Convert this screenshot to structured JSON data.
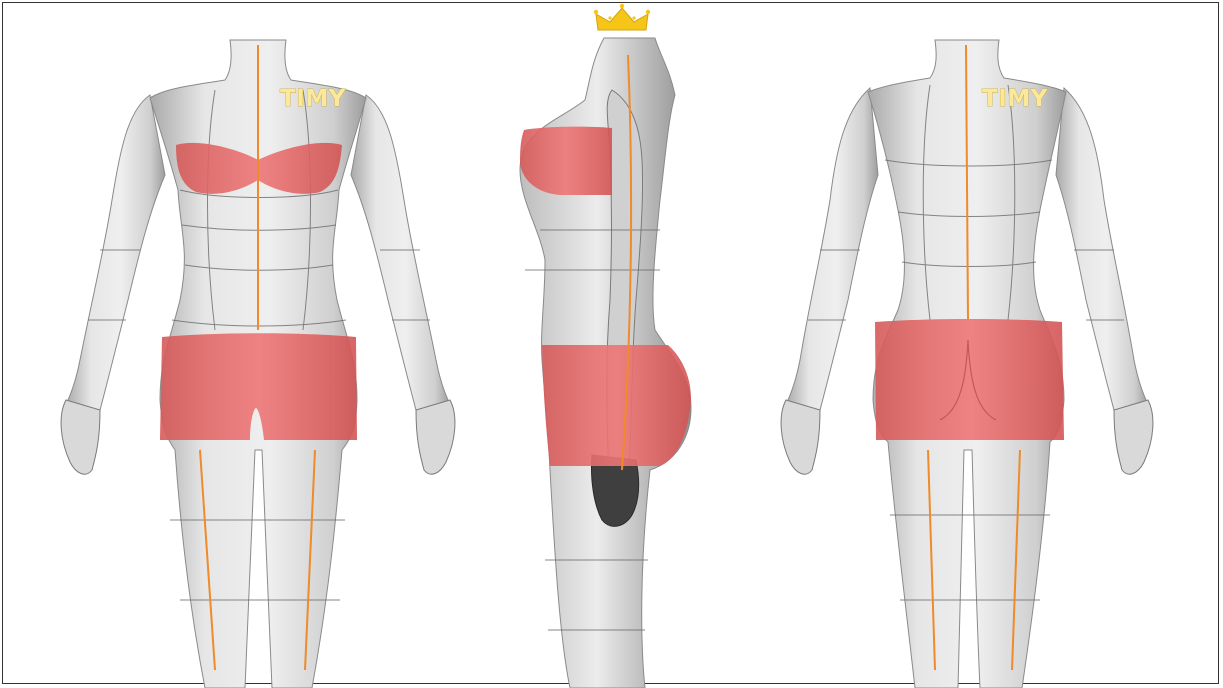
{
  "image": {
    "figures": [
      {
        "view": "front",
        "watermark": "TIMY"
      },
      {
        "view": "side",
        "watermark": ""
      },
      {
        "view": "back",
        "watermark": "TIMY"
      }
    ],
    "colors": {
      "body": "#dcdcdc",
      "highlight_zone": "#e66a6a",
      "guide_line": "#f08a2a",
      "mesh_line": "#6a6a6a",
      "crown": "#f5c518"
    },
    "icons": [
      "crown-icon"
    ]
  }
}
